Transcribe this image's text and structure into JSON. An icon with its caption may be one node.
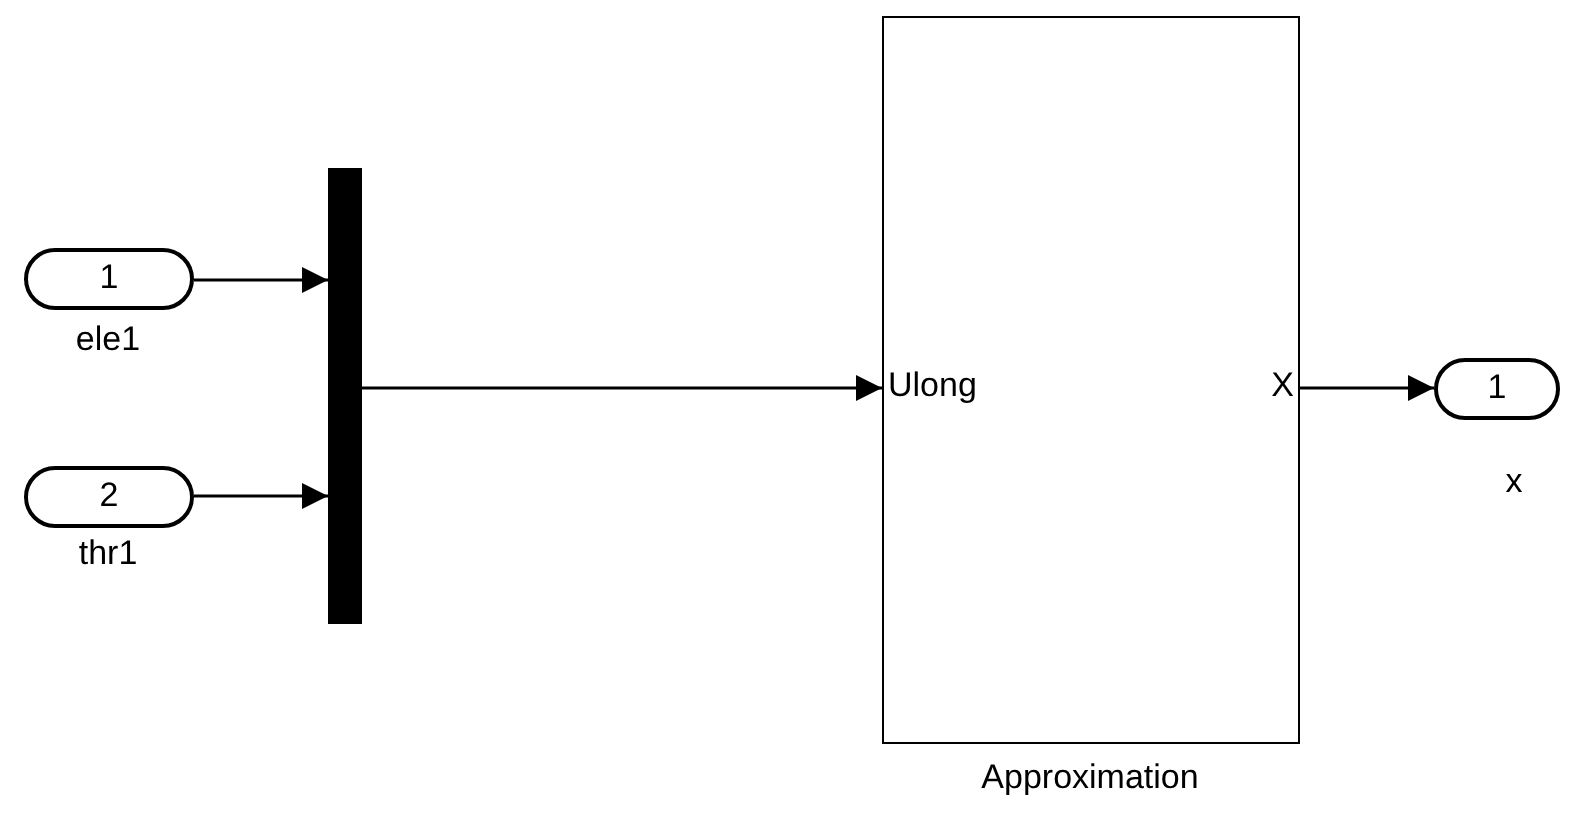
{
  "diagram": {
    "nodes": [
      {
        "text": [
          "1"
        ],
        "beside": [
          "ele1"
        ]
      },
      {
        "text": [
          "2"
        ],
        "beside": [
          "thr1"
        ]
      },
      {
        "text": [],
        "shape": "bar"
      },
      {
        "text": [
          "Ulong",
          "X"
        ],
        "beside": [
          "Approximation"
        ]
      },
      {
        "text": [
          "1"
        ],
        "beside": [
          "x"
        ]
      }
    ],
    "edges": [
      {
        "from": 0,
        "to": 2,
        "arrow": "to"
      },
      {
        "from": 1,
        "to": 2,
        "arrow": "to"
      },
      {
        "from": 2,
        "to": 3,
        "arrow": "to"
      },
      {
        "from": 3,
        "to": 4,
        "arrow": "to"
      }
    ]
  }
}
